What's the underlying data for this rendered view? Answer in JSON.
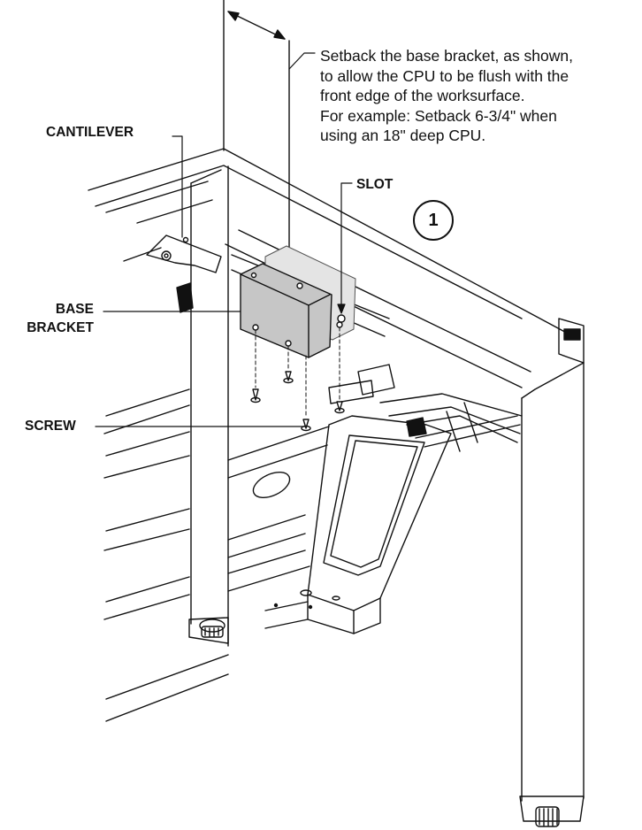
{
  "instruction": {
    "lines": [
      "Setback the base bracket, as shown,",
      "to allow the CPU to be flush with the",
      "front edge of the worksurface.",
      "For example: Setback 6-3/4\" when",
      "using an 18\" deep CPU."
    ]
  },
  "labels": {
    "cantilever": "CANTILEVER",
    "slot": "SLOT",
    "base_line1": "BASE",
    "base_line2": "BRACKET",
    "screw": "SCREW"
  },
  "step": "1",
  "colors": {
    "line": "#111111",
    "bracket_fill": "#c6c6c6",
    "bracket_ghost": "#e2e2e2"
  }
}
